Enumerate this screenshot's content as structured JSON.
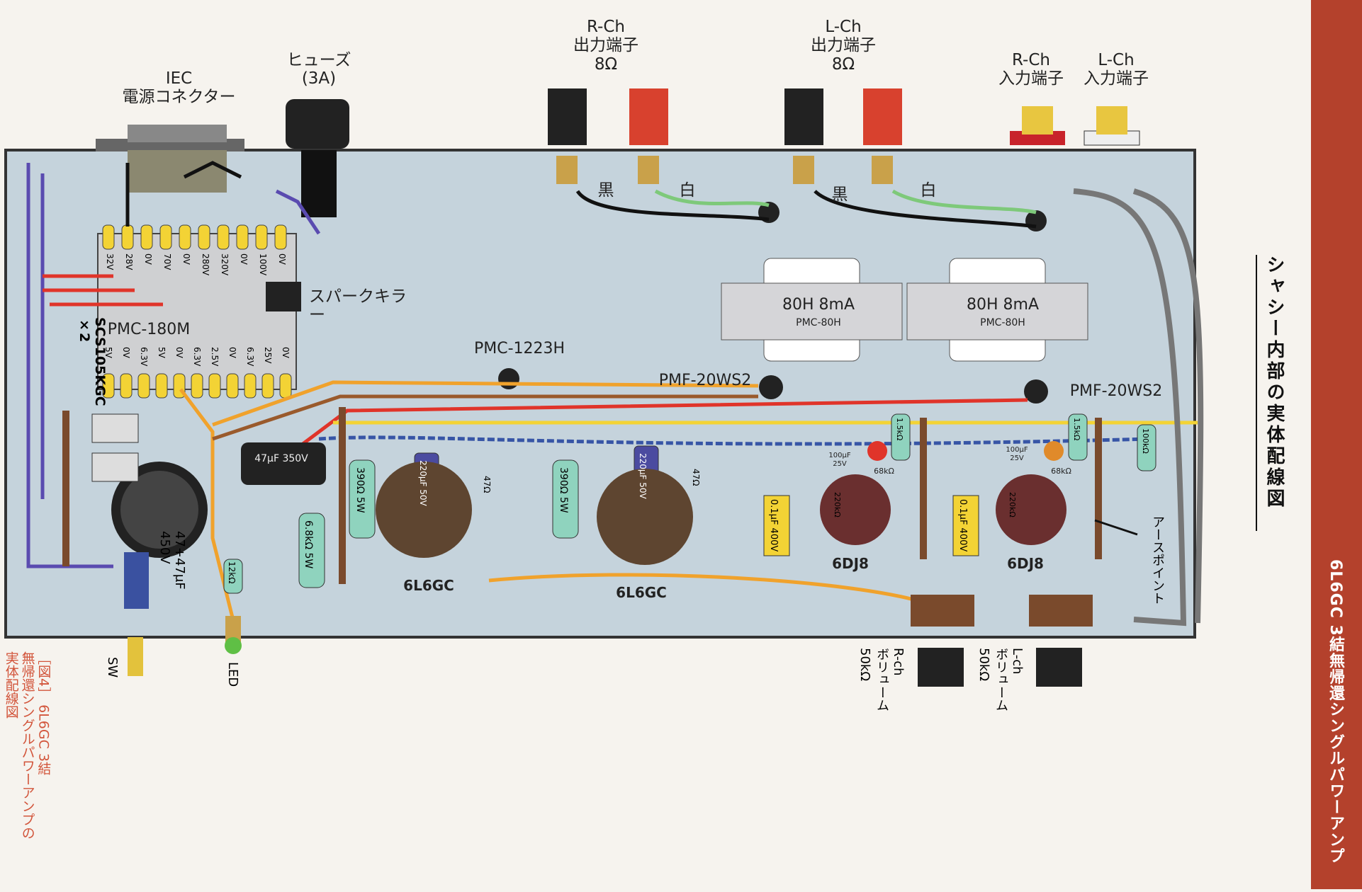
{
  "sidebar": {
    "title": "6L6GC 3結無帰還シングルパワーアンプ",
    "color": "#b4412c"
  },
  "section_title": "シャシー内部の実体配線図",
  "caption": {
    "line1": "［図4］ 6L6GC 3結",
    "line2": "無帰還シングルパワーアンプの",
    "line3": "実体配線図"
  },
  "labels": {
    "iec": "IEC\n電源コネクター",
    "fuse": "ヒューズ\n(3A)",
    "rch_out": "R-Ch\n出力端子\n8Ω",
    "lch_out": "L-Ch\n出力端子\n8Ω",
    "rch_in": "R-Ch\n入力端子",
    "lch_in": "L-Ch\n入力端子",
    "black": "黒",
    "white": "白",
    "spark_killer": "スパークキラー",
    "power_transformer": "PMC-180M",
    "diode": "SCS105KGC\n×2",
    "choke": "PMC-1223H",
    "out_trans_name": "80H 8mA",
    "out_trans_model": "PMC-80H",
    "pmf_r": "PMF-20WS2",
    "pmf_l": "PMF-20WS2",
    "tube_power_1": "6L6GC",
    "tube_power_2": "6L6GC",
    "tube_pre_1": "6DJ8",
    "tube_pre_2": "6DJ8",
    "cap_main": "47+47μF\n450V",
    "cap_47": "47μF\n350V",
    "sw": "SW",
    "led": "LED",
    "earth": "アースポイント",
    "vol_r": "R-ch\nボリューム\n50kΩ",
    "vol_l": "L-ch\nボリューム\n50kΩ"
  },
  "pt_taps_top": [
    "32V",
    "28V",
    "0V",
    "70V",
    "0V",
    "280V",
    "320V",
    "0V",
    "100V",
    "0V"
  ],
  "pt_taps_bottom": [
    "5V",
    "0V",
    "6.3V",
    "5V",
    "0V",
    "6.3V",
    "2.5V",
    "0V",
    "6.3V",
    "25V",
    "0V"
  ],
  "parts": {
    "r390": "390Ω 5W",
    "r47": "47Ω",
    "c220": "220μF 50V",
    "r6k8": "6.8kΩ 5W",
    "r12k": "12kΩ",
    "r1k5": "1.5kΩ",
    "c100": "100μF 25V",
    "r68k": "68kΩ",
    "r220k": "220kΩ",
    "c01": "0.1μF 400V",
    "r100k": "100kΩ"
  },
  "colors": {
    "chassis": "#c5d3dc",
    "red": "#e0342a",
    "orange": "#f0a22c",
    "purple": "#5a4bb0",
    "brown": "#9a5a2c",
    "green": "#3e8a3a"
  }
}
